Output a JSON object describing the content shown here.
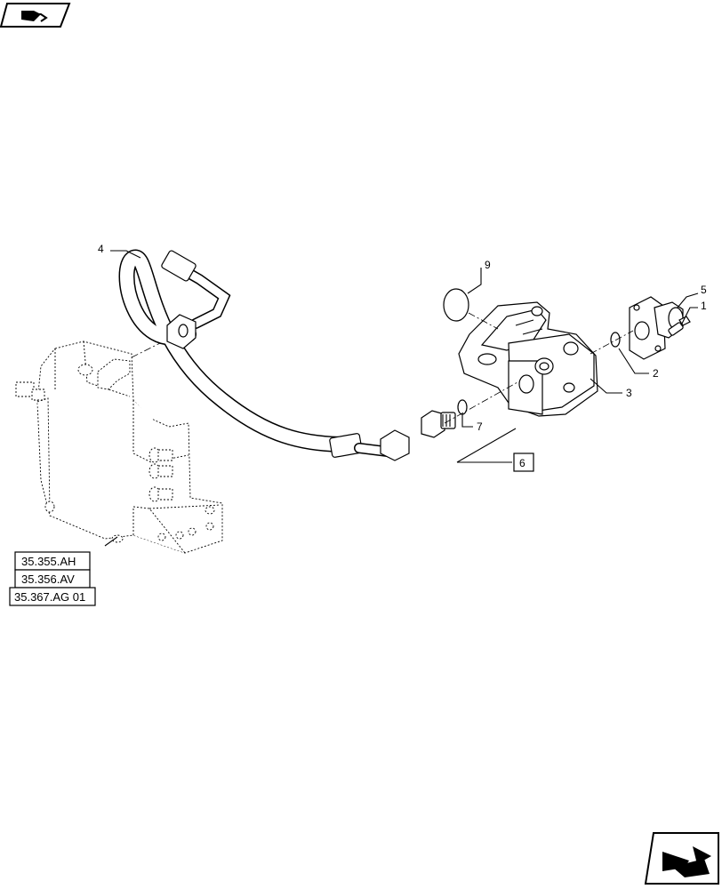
{
  "callouts": [
    {
      "id": "item-1",
      "text": "1"
    },
    {
      "id": "item-2",
      "text": "2"
    },
    {
      "id": "item-3",
      "text": "3"
    },
    {
      "id": "item-4",
      "text": "4"
    },
    {
      "id": "item-5",
      "text": "5"
    },
    {
      "id": "item-6",
      "text": "6"
    },
    {
      "id": "item-7",
      "text": "7"
    },
    {
      "id": "item-9",
      "text": "9"
    }
  ],
  "references": [
    "35.355.AH",
    "35.356.AV",
    "35.367.AG 01"
  ],
  "icons": {
    "top_left": "previous-page-icon",
    "bottom_right": "next-page-icon"
  }
}
